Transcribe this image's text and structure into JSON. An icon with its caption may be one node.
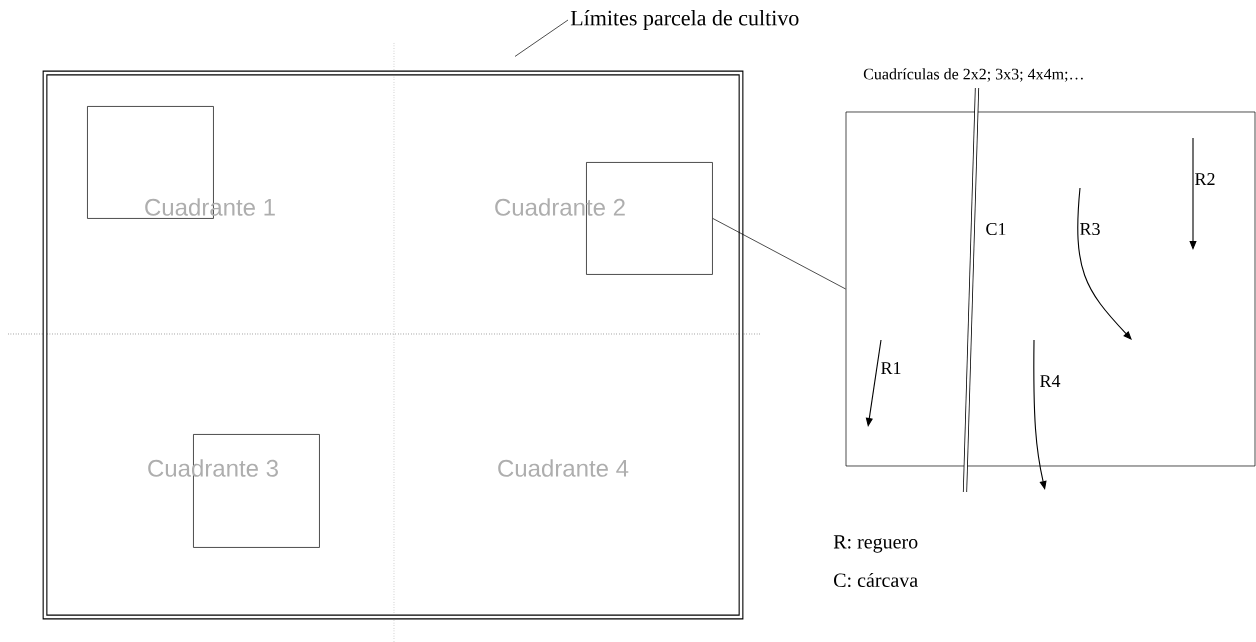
{
  "diagram": {
    "nodes": [
      {
        "text": [],
        "shape": "box"
      },
      {
        "text": [
          "Límites parcela de cultivo"
        ]
      },
      {
        "text": [],
        "shape": "box",
        "in": 0
      },
      {
        "text": [],
        "shape": "box",
        "in": 0
      },
      {
        "text": [],
        "shape": "box",
        "in": 0
      },
      {
        "text": [
          "Cuadrículas de 2x2; 3x3; 4x4m;…"
        ]
      }
    ],
    "edges": [
      {
        "from": 1,
        "to": 0,
        "arrow": "none"
      },
      {
        "from": 3,
        "to": 5,
        "arrow": "none"
      }
    ],
    "labels": [
      "Cuadrante 1",
      "Cuadrante 2",
      "Cuadrante 3",
      "Cuadrante 4",
      "R2",
      "C1",
      "R3",
      "R1",
      "R4",
      "R: reguero",
      "C: cárcava"
    ]
  }
}
